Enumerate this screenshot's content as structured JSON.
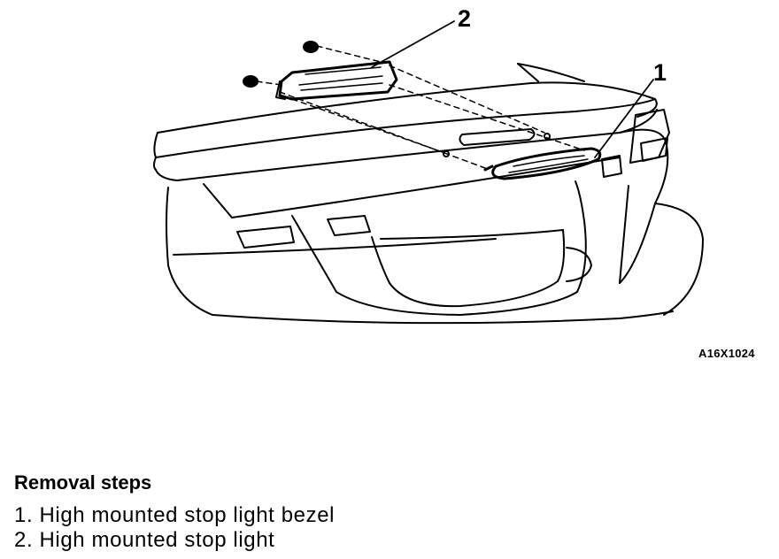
{
  "figure": {
    "code": "A16X1024",
    "callouts": {
      "one": "1",
      "two": "2"
    }
  },
  "steps": {
    "heading": "Removal steps",
    "items": [
      "1. High mounted stop light bezel",
      "2. High mounted stop light"
    ]
  }
}
